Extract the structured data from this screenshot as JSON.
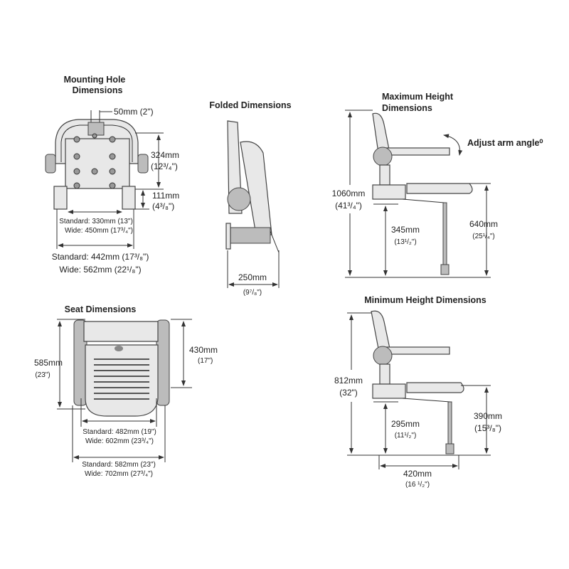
{
  "mounting": {
    "title1": "Mounting Hole",
    "title2": "Dimensions",
    "gap": "50mm (2\")",
    "height": "324mm",
    "height_in": "(12³/₄\")",
    "foot": "111mm",
    "foot_in": "(4³/₈\")",
    "inner_std": "Standard: 330mm (13\")",
    "inner_wide": "Wide: 450mm (17³/₄\")",
    "outer_std": "Standard: 442mm (17³/₈\")",
    "outer_wide": "Wide: 562mm (22¹/₈\")"
  },
  "folded": {
    "title": "Folded Dimensions",
    "depth": "250mm",
    "depth_in": "(9⁷/₈\")"
  },
  "max_height": {
    "title1": "Maximum Height",
    "title2": "Dimensions",
    "adjust": "Adjust arm angle⁰",
    "total": "1060mm",
    "total_in": "(41³/₄\")",
    "under": "345mm",
    "under_in": "(13¹/₂\")",
    "seat": "640mm",
    "seat_in": "(25¹/₄\")"
  },
  "seat": {
    "title": "Seat Dimensions",
    "depth": "585mm",
    "depth_in": "(23\")",
    "inner_depth": "430mm",
    "inner_depth_in": "(17\")",
    "inner_std": "Standard: 482mm (19\")",
    "inner_wide": "Wide: 602mm (23³/₄\")",
    "outer_std": "Standard: 582mm (23\")",
    "outer_wide": "Wide: 702mm (27³/₄\")"
  },
  "min_height": {
    "title": "Minimum Height Dimensions",
    "total": "812mm",
    "total_in": "(32\")",
    "under": "295mm",
    "under_in": "(11¹/₂\")",
    "seat": "390mm",
    "seat_in": "(15³/₈\")",
    "depth": "420mm",
    "depth_in": "(16 ¹/₂\")"
  }
}
